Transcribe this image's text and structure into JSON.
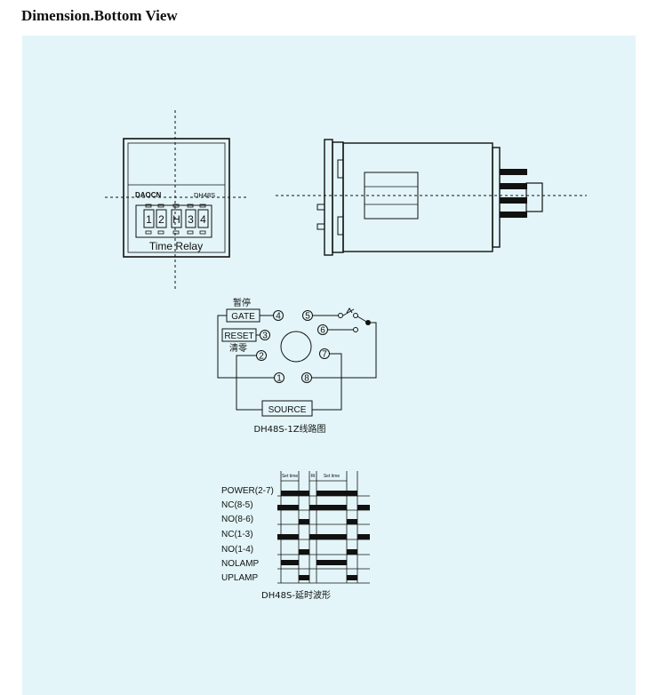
{
  "heading": "Dimension.Bottom View",
  "front_view": {
    "brand": "DAOCN",
    "model": "DH48S",
    "digits": [
      "1",
      "2",
      "H",
      "3",
      "4"
    ],
    "caption": "Time Relay"
  },
  "wiring": {
    "caption": "DH48S-1Z线路图",
    "gate_label": "GATE",
    "gate_cn": "暂停",
    "reset_label": "RESET",
    "reset_cn": "清零",
    "source_label": "SOURCE",
    "terminals": [
      "1",
      "2",
      "3",
      "4",
      "5",
      "6",
      "7",
      "8"
    ]
  },
  "timing": {
    "caption": "DH48S-延时波形",
    "markers": [
      "Set time",
      "Rt",
      "Set time"
    ],
    "rows": [
      "POWER(2-7)",
      "NC(8-5)",
      "NO(8-6)",
      "NC(1-3)",
      "NO(1-4)",
      "NOLAMP",
      "UPLAMP"
    ]
  }
}
